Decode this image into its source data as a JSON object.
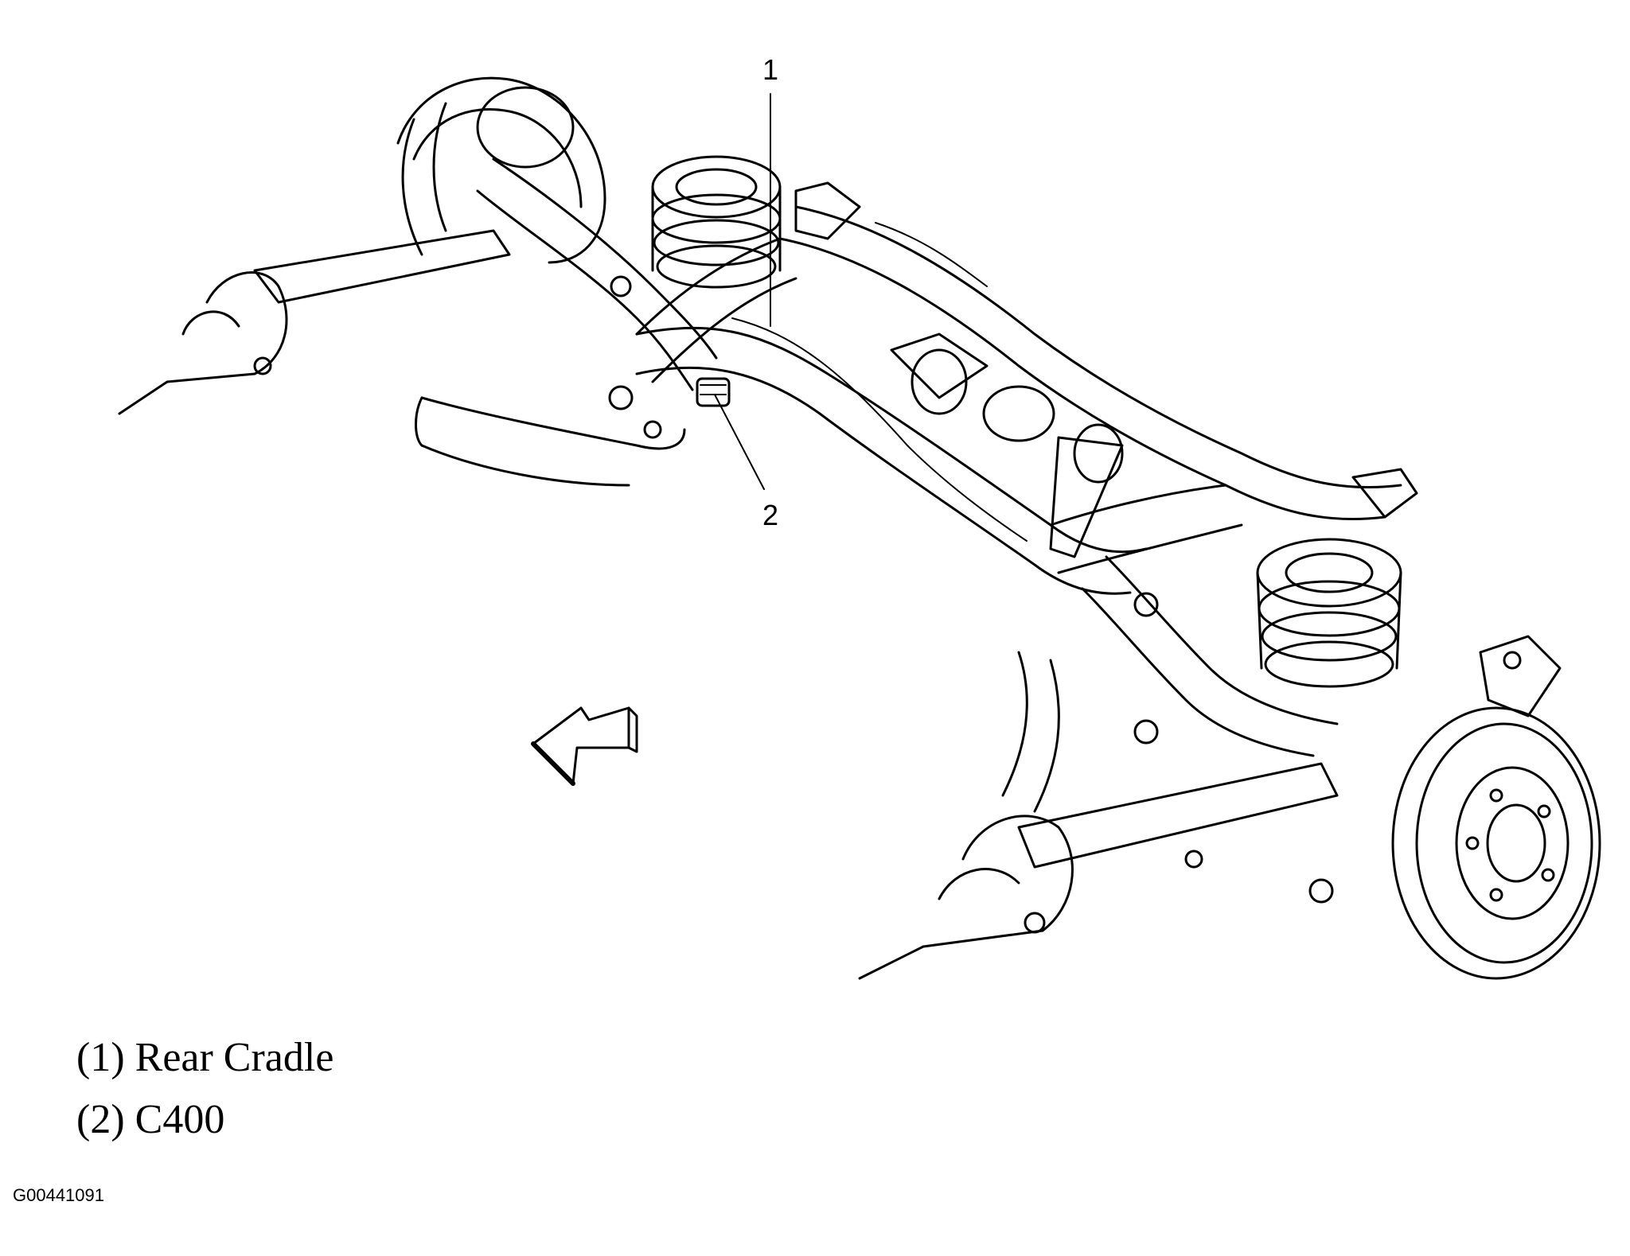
{
  "callouts": {
    "c1": "1",
    "c2": "2"
  },
  "legend": [
    {
      "text": "(1) Rear Cradle"
    },
    {
      "text": "(2) C400"
    }
  ],
  "figure_id": "G00441091",
  "colors": {
    "line": "#000000",
    "background": "#ffffff"
  }
}
